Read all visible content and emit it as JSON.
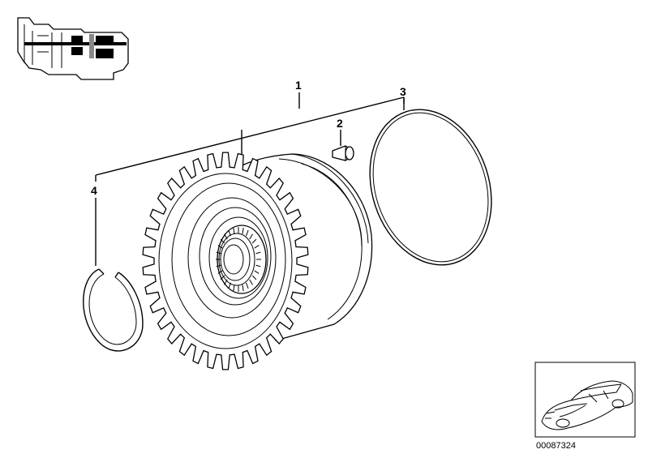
{
  "callouts": [
    {
      "id": "1",
      "label": "1"
    },
    {
      "id": "2",
      "label": "2"
    },
    {
      "id": "3",
      "label": "3"
    },
    {
      "id": "4",
      "label": "4"
    }
  ],
  "document_number": "00087324",
  "icons": {
    "transmission_locator": "transmission-locator-icon",
    "vehicle_thumbnail": "car-thumbnail-icon"
  },
  "colors": {
    "line": "#000000",
    "background": "#ffffff"
  }
}
